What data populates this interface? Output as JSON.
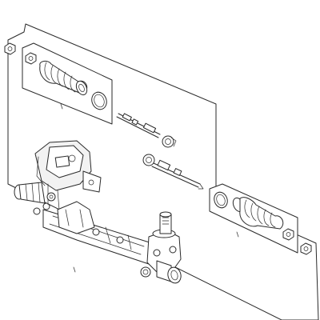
{
  "diagram": {
    "style": "exploded parts line drawing",
    "callouts": [],
    "colors": {
      "ink": "#2a2a2a",
      "paper": "#ffffff"
    },
    "parts": [
      "boot-kit-left",
      "boot-kit-right",
      "inner-tie-rod-upper",
      "inner-tie-rod-lower",
      "steering-gear-assembly",
      "mounting-nut-left",
      "mounting-nut-right"
    ]
  }
}
